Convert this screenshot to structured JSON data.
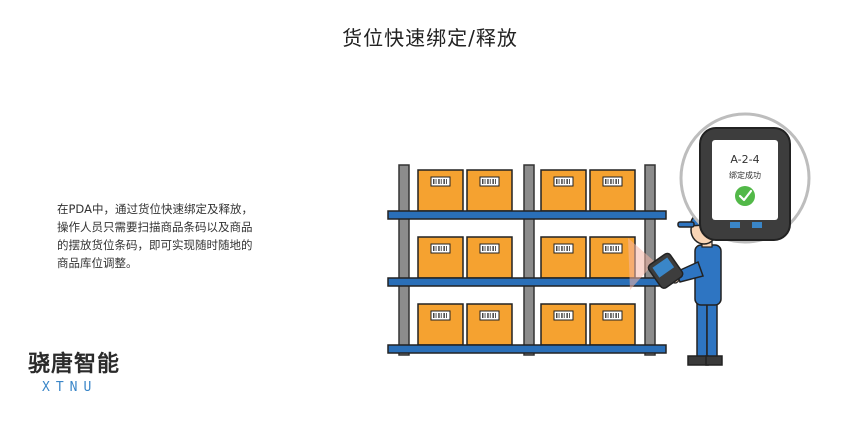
{
  "page": {
    "title": "货位快速绑定/释放"
  },
  "description": {
    "lines": [
      "在PDA中，通过货位快速绑定及释放，",
      "操作人员只需要扫描商品条码以及商品",
      "的摆放货位条码，即可实现随时随地的",
      "商品库位调整。"
    ]
  },
  "logo": {
    "name_cn": "骁唐智能",
    "name_en": "XTNU"
  },
  "device_screen": {
    "location_code": "A-2-4",
    "status_text": "绑定成功",
    "status_icon": "check-circle-icon"
  },
  "colors": {
    "shelf_blue": "#2a6fb8",
    "shelf_post": "#8c8c8c",
    "box_orange": "#f5a230",
    "worker_blue": "#2e75c2",
    "success_green": "#52b848"
  },
  "icons": {
    "worker": "worker-figure",
    "scanner": "pda-scanner-icon",
    "box": "cardboard-box-icon",
    "barcode": "barcode-label-icon"
  }
}
